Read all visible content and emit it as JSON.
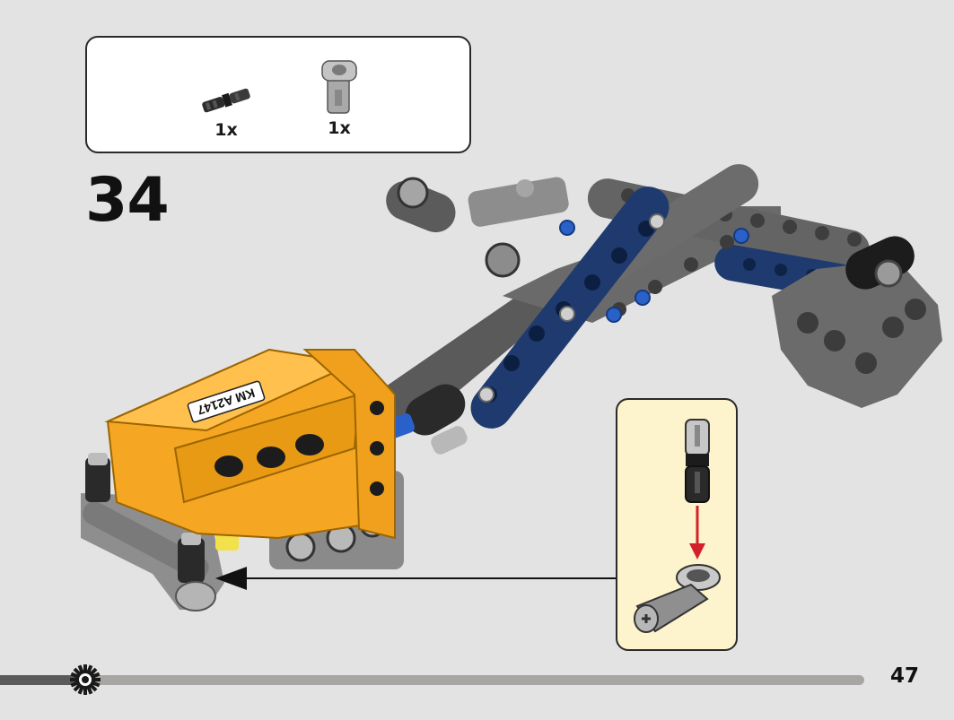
{
  "parts": [
    {
      "name": "black-axle-pin",
      "quantity": "1x"
    },
    {
      "name": "grey-angle-connector",
      "quantity": "1x"
    }
  ],
  "step_number": "34",
  "page_number": "47",
  "sticker_text": "KM A2147",
  "progress": 0.09,
  "colors": {
    "background": "#e3e3e3",
    "orange": "#f5a623",
    "navy_beam": "#1f3a6e",
    "grey_beam": "#5b5b5b",
    "callout_bg": "#fdf3cc",
    "arrow_red": "#d3202a"
  }
}
